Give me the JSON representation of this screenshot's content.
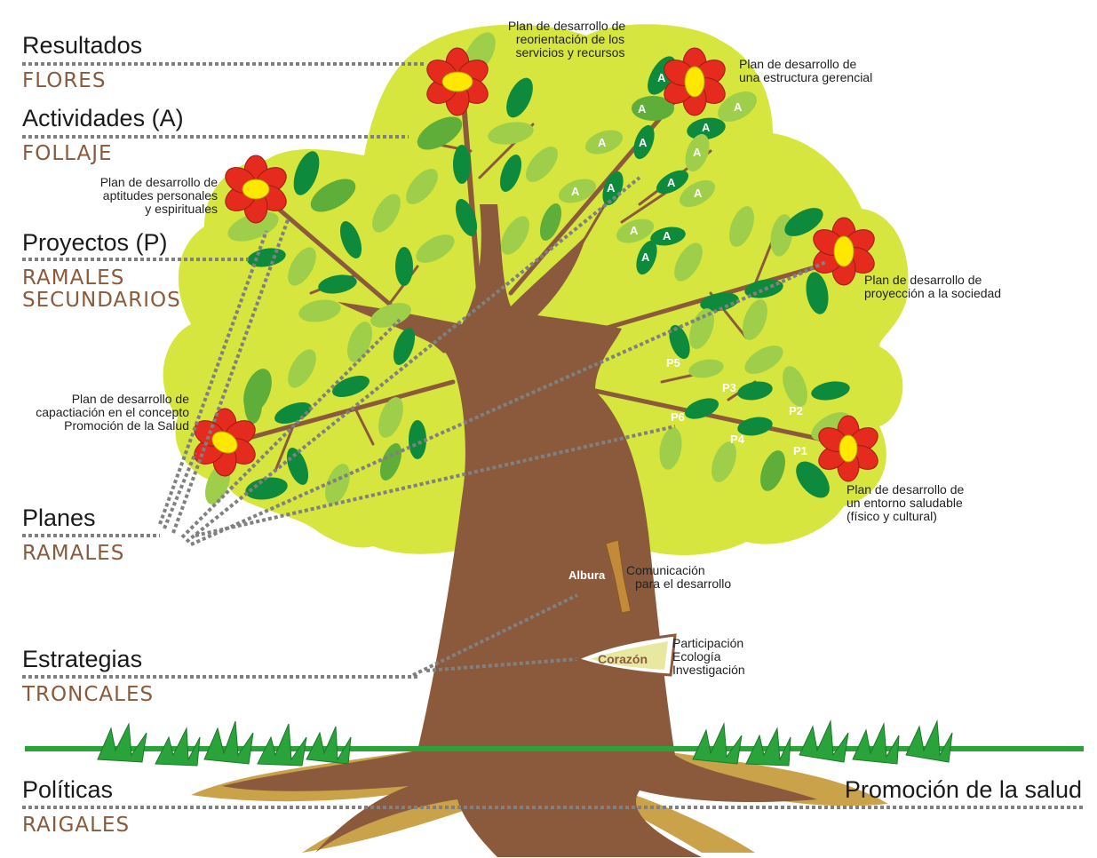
{
  "levels": [
    {
      "title": "Resultados",
      "sub": "FLORES"
    },
    {
      "title": "Actividades (A)",
      "sub": "FOLLAJE"
    },
    {
      "title": "Proyectos (P)",
      "sub": "RAMALES",
      "sub2": "SECUNDARIOS"
    },
    {
      "title": "Planes",
      "sub": "RAMALES"
    },
    {
      "title": "Estrategias",
      "sub": "TRONCALES"
    },
    {
      "title": "Políticas",
      "sub": "RAIGALES"
    }
  ],
  "plans": {
    "reorientacion": [
      "Plan de desarrollo de",
      "reorientación de los",
      "servicios y recursos"
    ],
    "gerencial": [
      "Plan de desarrollo de",
      "una estructura gerencial"
    ],
    "aptitudes": [
      "Plan de desarrollo de",
      "aptitudes personales",
      "y espirituales"
    ],
    "proyeccion": [
      "Plan de desarrollo de",
      "proyección a la sociedad"
    ],
    "capacitacion": [
      "Plan de desarrollo de",
      "capactiación en el concepto",
      "Promoción de la Salud"
    ],
    "entorno": [
      "Plan de desarrollo de",
      "un entorno saludable",
      "(físico y cultural)"
    ]
  },
  "trunk": {
    "albura": "Albura",
    "albura_desc": [
      "Comunicación",
      "para el desarrollo"
    ],
    "corazon": "Corazón",
    "corazon_desc": [
      "Participación",
      "Ecología",
      "Investigación"
    ]
  },
  "projects": [
    "P1",
    "P2",
    "P3",
    "P4",
    "P5",
    "P6"
  ],
  "activity_label": "A",
  "footer": "Promoción de la salud",
  "colors": {
    "canopy": "#d6e63f",
    "trunk": "#8b5a3c",
    "root_shadow": "#c9a24a",
    "leaf_dark": "#0e8a3c",
    "leaf_mid": "#5fae3a",
    "leaf_light": "#9fcf4a",
    "petal": "#e52b1e",
    "center": "#ffe800",
    "grass": "#2aa33a",
    "sub_text": "#8a5a3a"
  }
}
